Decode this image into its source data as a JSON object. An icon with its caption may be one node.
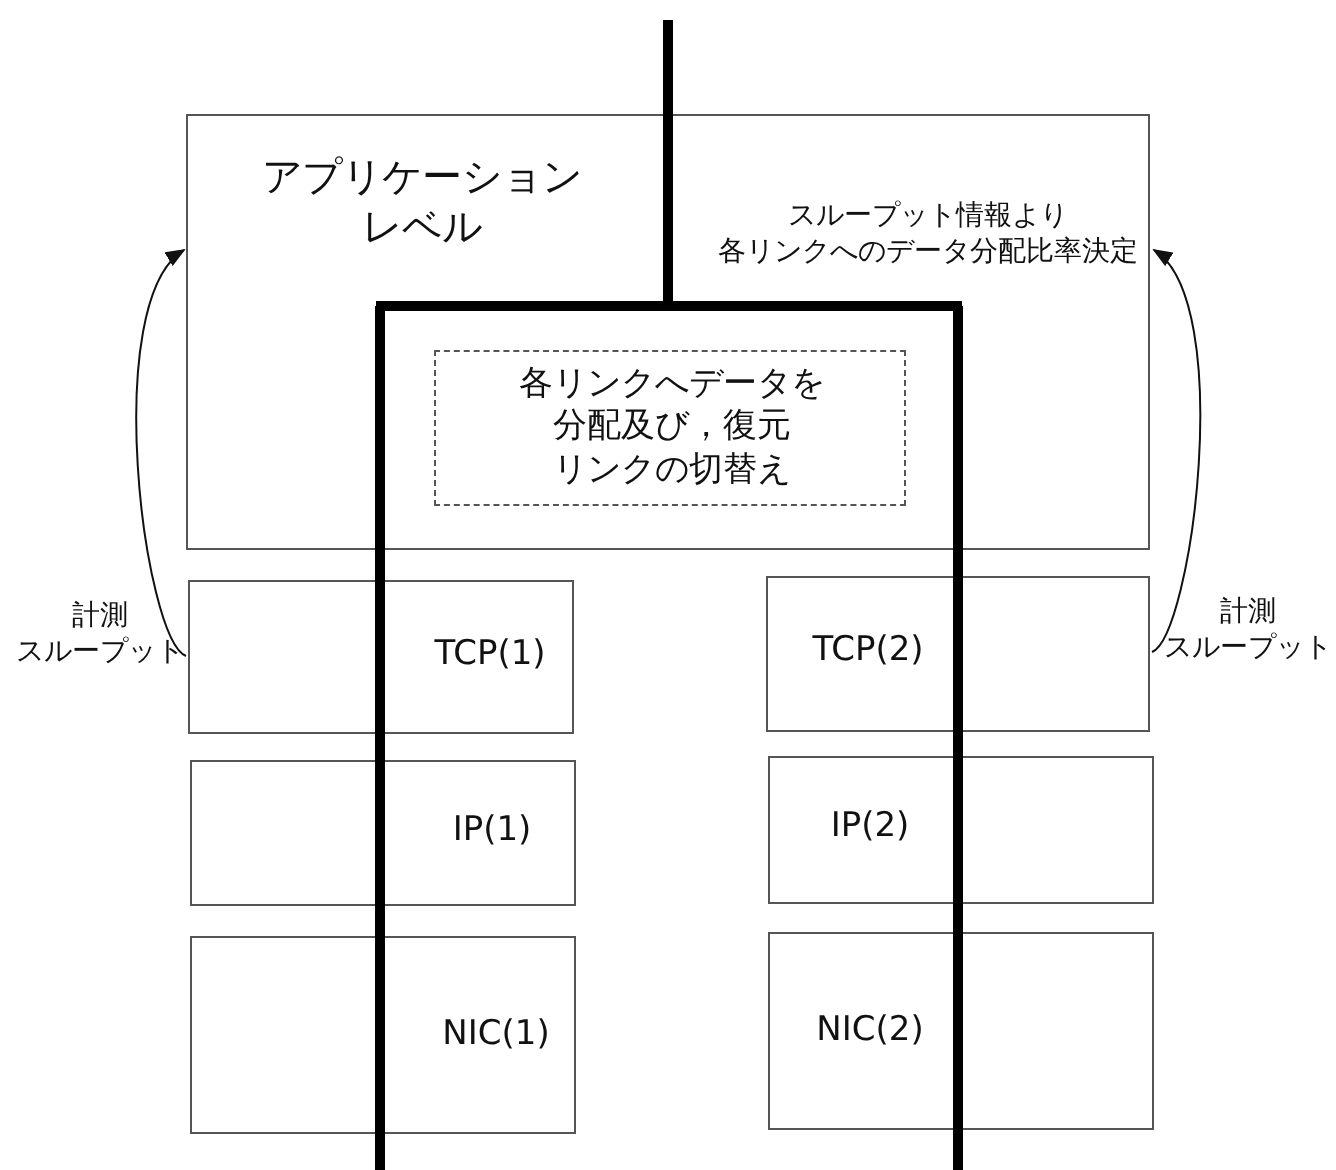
{
  "diagram": {
    "nodes": [
      {
        "text": [
          "アプリケーションレベル",
          "スループット情報より各リンクへのデータ分配比率決定"
        ]
      },
      {
        "text": [
          "各リンクへデータを分配及び，復元リンクの切替え"
        ],
        "in": 0
      },
      {
        "text": [
          "TCP(1)"
        ]
      },
      {
        "text": [
          "IP(1)"
        ]
      },
      {
        "text": [
          "NIC(1)"
        ]
      },
      {
        "text": [
          "TCP(2)"
        ]
      },
      {
        "text": [
          "IP(2)"
        ]
      },
      {
        "text": [
          "NIC(2)"
        ]
      }
    ],
    "edges": [
      {
        "from": 2,
        "to": 0,
        "arrow": "to",
        "label": "計測スループット"
      },
      {
        "from": 5,
        "to": 0,
        "arrow": "to",
        "label": "計測スループット"
      }
    ]
  }
}
